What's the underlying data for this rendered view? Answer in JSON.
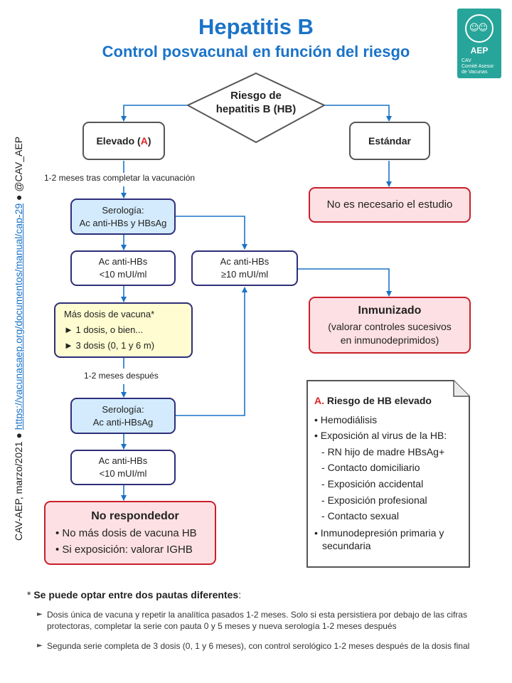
{
  "header": {
    "title": "Hepatitis B",
    "subtitle": "Control posvacunal en función del riesgo"
  },
  "logo": {
    "name": "AEP",
    "line1": "CAV",
    "line2": "Comité Asesor",
    "line3": "de Vacunas"
  },
  "side": {
    "prefix": "CAV-AEP, marzo/2021 ● ",
    "link": "https://vacunasaep.org/documentos/manual/cap-29",
    "suffix": " ● @CAV_AEP"
  },
  "diagram": {
    "decision": {
      "line1": "Riesgo de",
      "line2": "hepatitis B (HB)"
    },
    "elevated": {
      "text": "Elevado (",
      "marker": "A",
      "close": ")"
    },
    "standard": "Estándar",
    "not_needed": "No es necesario el estudio",
    "label_after_vacc": "1-2 meses tras completar la vacunación",
    "serology1": {
      "line1": "Serología:",
      "line2": "Ac anti-HBs  y HBsAg"
    },
    "low1": {
      "line1": "Ac anti-HBs",
      "line2": "<10 mUI/ml"
    },
    "high": {
      "line1": "Ac anti-HBs",
      "line2": "≥10 mUI/ml"
    },
    "immunized": {
      "title": "Inmunizado",
      "line1": "(valorar controles sucesivos",
      "line2": "en inmunodeprimidos)"
    },
    "more_doses": {
      "title": "Más dosis de vacuna*",
      "opt1": "► 1 dosis, o bien...",
      "opt2": "► 3 dosis (0, 1 y 6 m)"
    },
    "label_after": "1-2 meses después",
    "serology2": {
      "line1": "Serología:",
      "line2": "Ac anti-HBsAg"
    },
    "low2": {
      "line1": "Ac anti-HBs",
      "line2": "<10 mUI/ml"
    },
    "non_responder": {
      "title": "No respondedor",
      "item1": "No más dosis de vacuna HB",
      "item2": "Si exposición: valorar IGHB"
    }
  },
  "risk_note": {
    "marker": "A.",
    "title": " Riesgo de HB elevado",
    "items": {
      "i1": "Hemodiálisis",
      "i2": "Exposición al virus de la HB:",
      "s1": "RN hijo de madre HBsAg+",
      "s2": "Contacto domiciliario",
      "s3": "Exposición accidental",
      "s4": "Exposición profesional",
      "s5": "Contacto sexual",
      "i3": "Inmunodepresión primaria y secundaria"
    }
  },
  "footnote": {
    "star": "*",
    "title": " Se puede optar entre dos pautas diferentes",
    "colon": ":",
    "item1": "Dosis única de vacuna y repetir la analítica pasados 1-2 meses. Solo si esta persistiera por debajo de las cifras protectoras, completar la serie con pauta 0 y 5 meses y nueva serología 1-2 meses después",
    "item2": "Segunda serie completa de 3 dosis (0, 1 y 6 meses), con control serológico 1-2 meses después de la dosis final"
  },
  "colors": {
    "title": "#1a73c8",
    "arrow": "#1a73c8",
    "box_border": "#2e2e7a",
    "blue_fill": "#d3ebfd",
    "yellow_fill": "#fefcd0",
    "pink_fill": "#fde0e3",
    "pink_border": "#c8202b",
    "marker_red": "#e02424"
  }
}
